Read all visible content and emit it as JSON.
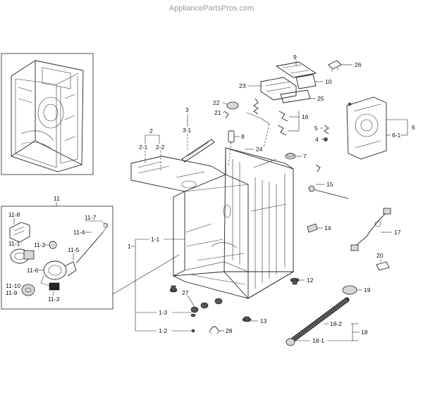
{
  "watermark": "AppliancePartsPros.com",
  "labels": {
    "l1": "1",
    "l1_1": "1-1",
    "l1_2": "1-2",
    "l1_3": "1-3",
    "l2": "2",
    "l2_1": "2-1",
    "l2_2": "2-2",
    "l3": "3",
    "l3_1": "3-1",
    "l5": "5",
    "l4": "4",
    "l6": "6",
    "l6_1": "6-1",
    "l7": "7",
    "l8": "8",
    "l9": "9",
    "l10": "10",
    "l11": "11",
    "l11_1": "11-1",
    "l11_2": "11-2",
    "l11_3": "11-3",
    "l11_4": "11-4",
    "l11_5": "11-5",
    "l11_6": "11-6",
    "l11_7": "11-7",
    "l11_8": "11-8",
    "l11_9": "11-9",
    "l11_10": "11-10",
    "l12": "12",
    "l13": "13",
    "l14": "14",
    "l15": "15",
    "l16": "16",
    "l17": "17",
    "l18": "18",
    "l18_1": "18-1",
    "l18_2": "18-2",
    "l19": "19",
    "l20": "20",
    "l21": "21",
    "l22": "22",
    "l23": "23",
    "l24": "24",
    "l25": "25",
    "l26": "26",
    "l27": "27",
    "l28": "28"
  }
}
